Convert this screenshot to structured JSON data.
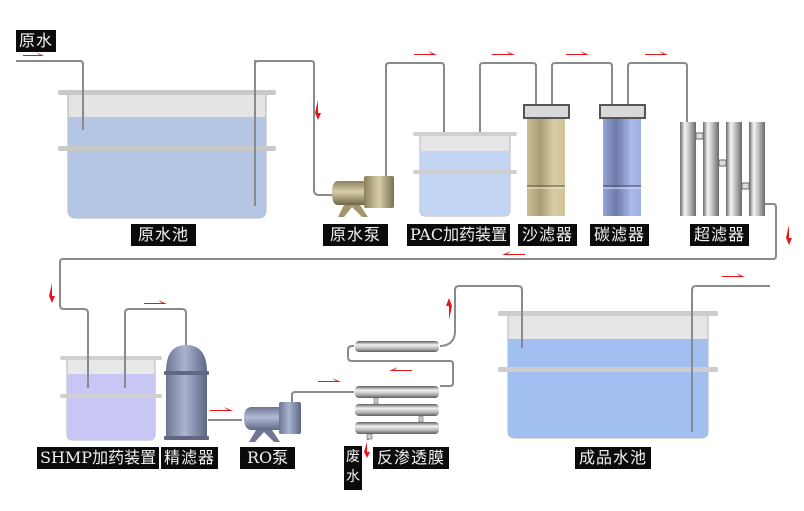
{
  "title": "Water treatment process flow diagram",
  "labels": {
    "raw_water_in": "原水",
    "raw_water_tank": "原水池",
    "raw_water_pump": "原水泵",
    "pac_dosing": "PAC加药装置",
    "sand_filter": "沙滤器",
    "carbon_filter": "碳滤器",
    "ultrafilter": "超滤器",
    "shmp_dosing": "SHMP加药装置",
    "precision_filter": "精滤器",
    "ro_pump": "RO泵",
    "waste_water": "废水",
    "reverse_osmosis": "反渗透膜",
    "product_tank": "成品水池"
  },
  "colors": {
    "pipe": "#8a8a8a",
    "flow_arrow": "#e8161b",
    "label_bg": "#0b0b0b",
    "label_text": "#f2f2f2",
    "raw_water": "#b5c6e4",
    "pac_water": "#c3d5f2",
    "shmp_water": "#c8c6f4",
    "product_water": "#a2bff2",
    "sand_filter": "#c8bd92",
    "carbon_filter": "#8d9bd0",
    "steel": "#9aa3bd"
  },
  "flow_sequence": [
    "原水",
    "原水池",
    "原水泵",
    "PAC加药装置",
    "沙滤器",
    "碳滤器",
    "超滤器",
    "SHMP加药装置",
    "精滤器",
    "RO泵",
    "反渗透膜",
    "成品水池"
  ]
}
